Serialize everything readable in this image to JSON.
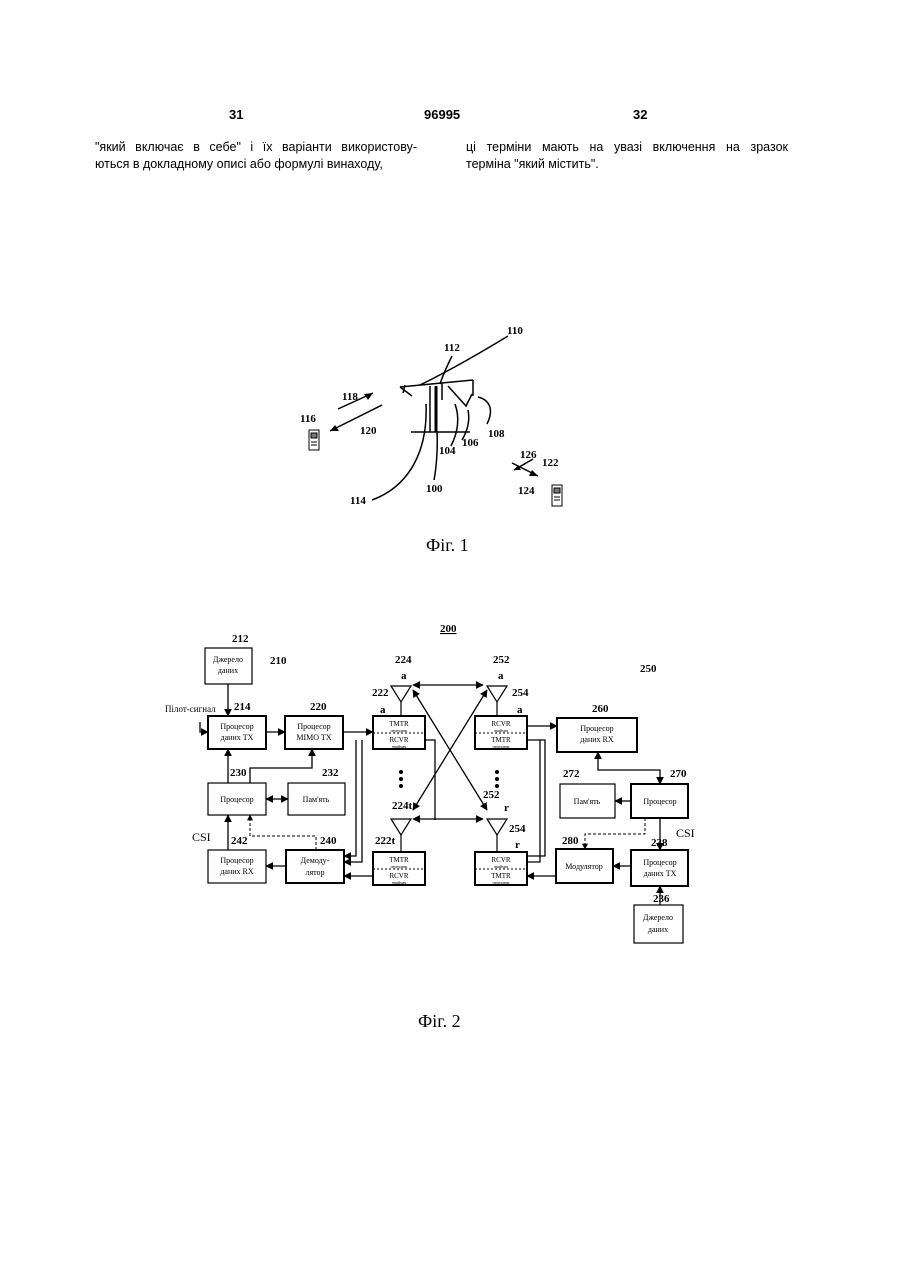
{
  "header": {
    "page_left": "31",
    "patent_number": "96995",
    "page_right": "32"
  },
  "text": {
    "left_lines": [
      "\"який включає в себе\" і їх варіанти використову-",
      "ються в докладному описі або формулі винаходу,"
    ],
    "right_lines": [
      "ці терміни мають на увазі включення на зразок",
      "терміна \"який містить\"."
    ]
  },
  "fig1": {
    "caption": "Фіг. 1",
    "labels": [
      "110",
      "112",
      "118",
      "116",
      "120",
      "108",
      "106",
      "104",
      "126",
      "122",
      "100",
      "124",
      "114"
    ]
  },
  "fig2": {
    "caption": "Фіг. 2",
    "title": "200",
    "labels": {
      "n212": "212",
      "n210": "210",
      "n224": "224",
      "n252a": "252",
      "n250": "250",
      "n222": "222",
      "n254a": "254",
      "n214": "214",
      "n220": "220",
      "n260": "260",
      "n230": "230",
      "n232": "232",
      "n272": "272",
      "n270": "270",
      "n224t": "224t",
      "n252r": "252",
      "n242": "242",
      "n240": "240",
      "n222t": "222t",
      "n254r": "254",
      "n280": "280",
      "n238": "238",
      "n236": "236",
      "a1": "a",
      "a2": "a",
      "a3": "a",
      "a4": "a",
      "r1": "r",
      "r2": "r",
      "pilot": "Пілот-сигнал",
      "csi_left": "CSI",
      "csi_right": "CSI"
    },
    "blocks": {
      "source_left": [
        "Джерело",
        "даних"
      ],
      "tx_data": [
        "Процесор",
        "даних TX"
      ],
      "mimo_tx": [
        "Процесор",
        "MIMO TX"
      ],
      "proc_left": "Процесор",
      "mem_left": "Пам'ять",
      "rx_data_left": [
        "Процесор",
        "даних RX"
      ],
      "demod": [
        "Демоду-",
        "лятор"
      ],
      "tmtr_a_left": [
        "TMTR",
        "передавач"
      ],
      "rcvr_a_left": [
        "RCVR",
        "приймач"
      ],
      "tmtr_t_left": [
        "TMTR",
        "передавач"
      ],
      "rcvr_t_left": [
        "RCVR",
        "приймач"
      ],
      "rcvr_a_right": [
        "RCVR",
        "приймач"
      ],
      "tmtr_a_right": [
        "TMTR",
        "передавач"
      ],
      "rcvr_r_right": [
        "RCVR",
        "приймач"
      ],
      "tmtr_r_right": [
        "TMTR",
        "передавач"
      ],
      "rx_data_right": [
        "Процесор",
        "даних RX"
      ],
      "mem_right": "Пам'ять",
      "proc_right": "Процесор",
      "modulator": "Модулятор",
      "tx_data_right": [
        "Процесор",
        "даних TX"
      ],
      "source_right": [
        "Джерело",
        "даних"
      ]
    }
  }
}
